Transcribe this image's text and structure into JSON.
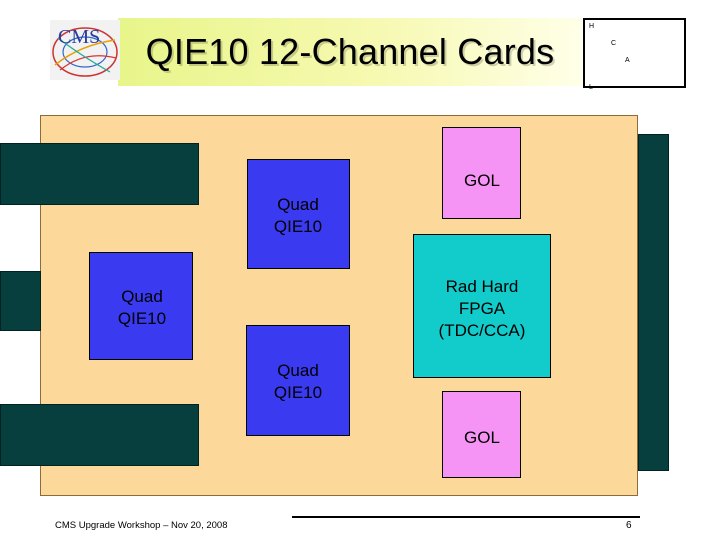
{
  "header": {
    "title": "QIE10 12-Channel Cards",
    "logo_text": "CMS",
    "hcal_letters": [
      "H",
      "C",
      "A",
      "L"
    ]
  },
  "diagram": {
    "qie_top_label": "Quad\nQIE10",
    "qie_left_label": "Quad\nQIE10",
    "qie_bottom_label": "Quad\nQIE10",
    "gol_top_label": "GOL",
    "gol_bottom_label": "GOL",
    "fpga_label": "Rad Hard\nFPGA\n(TDC/CCA)"
  },
  "footer": {
    "text": "CMS Upgrade Workshop – Nov 20, 2008",
    "page_number": "6"
  },
  "colors": {
    "board": "#fdd89b",
    "connector": "#073f3f",
    "qie": "#3a3af0",
    "gol": "#f594f5",
    "fpga": "#12cccc",
    "title_banner": "#eef79a"
  }
}
